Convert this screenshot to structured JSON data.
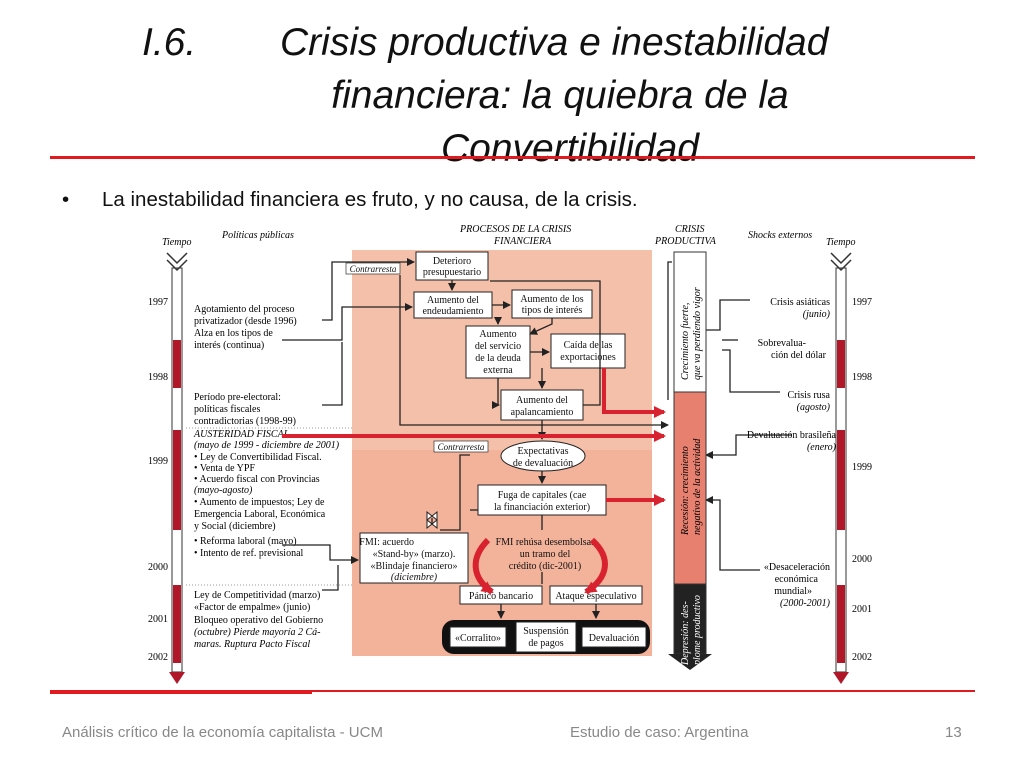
{
  "slide": {
    "number_label": "I.6.",
    "title_line1": "Crisis productiva e inestabilidad",
    "title_line2": "financiera: la quiebra de la",
    "title_line3": "Convertibilidad",
    "bullet": "La inestabilidad financiera es fruto, y no causa, de la crisis.",
    "footer_left": "Análisis crítico de la economía capitalista - UCM",
    "footer_center": "Estudio de caso: Argentina",
    "footer_page": "13"
  },
  "colors": {
    "accent_red": "#e2191f",
    "panel_peach": "#f3b29a",
    "timeline_red": "#b0182a",
    "arrow_red": "#d9222f"
  },
  "diagram": {
    "headers": {
      "tiempo_left": "Tiempo",
      "politicas": "Políticas públicas",
      "procesos_1": "PROCESOS DE LA CRISIS",
      "procesos_2": "FINANCIERA",
      "crisis_1": "CRISIS",
      "crisis_2": "PRODUCTIVA",
      "shocks": "Shocks externos",
      "tiempo_right": "Tiempo"
    },
    "years": [
      "1997",
      "1998",
      "1999",
      "2000",
      "2001",
      "2002"
    ],
    "policies": {
      "p1": [
        "Agotamiento del proceso",
        "privatizador (desde 1996)",
        "Alza en los tipos de",
        "interés (continua)"
      ],
      "p2": [
        "Período pre-electoral:",
        "políticas fiscales",
        "contradictorias (1998-99)"
      ],
      "p3": [
        "AUSTERIDAD FISCAL",
        "(mayo de 1999 - diciembre de 2001)",
        "• Ley de Convertibilidad Fiscal.",
        "• Venta de YPF",
        "• Acuerdo fiscal con Provincias",
        "   (mayo-agosto)",
        "• Aumento de impuestos; Ley de",
        "   Emergencia Laboral, Económica",
        "   y Social (diciembre)",
        "• Reforma laboral (mayo)",
        "• Intento de ref. previsional"
      ],
      "p4": [
        "Ley de Competitividad (marzo)",
        "«Factor de empalme» (junio)",
        "Bloqueo operativo del Gobierno",
        "(octubre) Pierde mayoría 2 Cá-",
        "maras. Ruptura Pacto Fiscal"
      ]
    },
    "boxes": {
      "deterioro": [
        "Deterioro",
        "presupuestario"
      ],
      "endeudamiento": [
        "Aumento del",
        "endeudamiento"
      ],
      "tipos": [
        "Aumento de los",
        "tipos de interés"
      ],
      "servicio": [
        "Aumento",
        "del servicio",
        "de la deuda",
        "externa"
      ],
      "exportaciones": [
        "Caída de las",
        "exportaciones"
      ],
      "apalancamiento": [
        "Aumento del",
        "apalancamiento"
      ],
      "expectativas": [
        "Expectativas",
        "de devaluación"
      ],
      "fuga": [
        "Fuga de capitales (cae",
        "la financiación exterior)"
      ],
      "fmi": [
        "FMI: acuerdo",
        "«Stand-by» (marzo).",
        "«Blindaje financiero»",
        "(diciembre)"
      ],
      "fmi_rehusa": [
        "FMI rehúsa desembolsar",
        "un tramo del",
        "crédito (dic-2001)"
      ],
      "panico": "Pánico bancario",
      "ataque": "Ataque especulativo",
      "corralito": "«Corralito»",
      "suspension": [
        "Suspensión",
        "de pagos"
      ],
      "devaluacion": "Devaluación",
      "contrarresta": "Contrarresta"
    },
    "phases": {
      "crecimiento": [
        "Crecimiento fuerte,",
        "que va perdiendo vigor"
      ],
      "recesion": [
        "Recesión: crecimiento",
        "negativo de la actividad"
      ],
      "depresion": [
        "Depresión: des-",
        "plome productivo"
      ]
    },
    "shocks": {
      "s1": [
        "Crisis asiáticas",
        "(junio)"
      ],
      "s2": [
        "Sobrevalua-",
        "ción del dólar"
      ],
      "s3": [
        "Crisis rusa",
        "(agosto)"
      ],
      "s4": [
        "Devaluación brasileña",
        "(enero)"
      ],
      "s5": [
        "«Desaceleración",
        "económica",
        "mundial»",
        "(2000-2001)"
      ]
    }
  }
}
